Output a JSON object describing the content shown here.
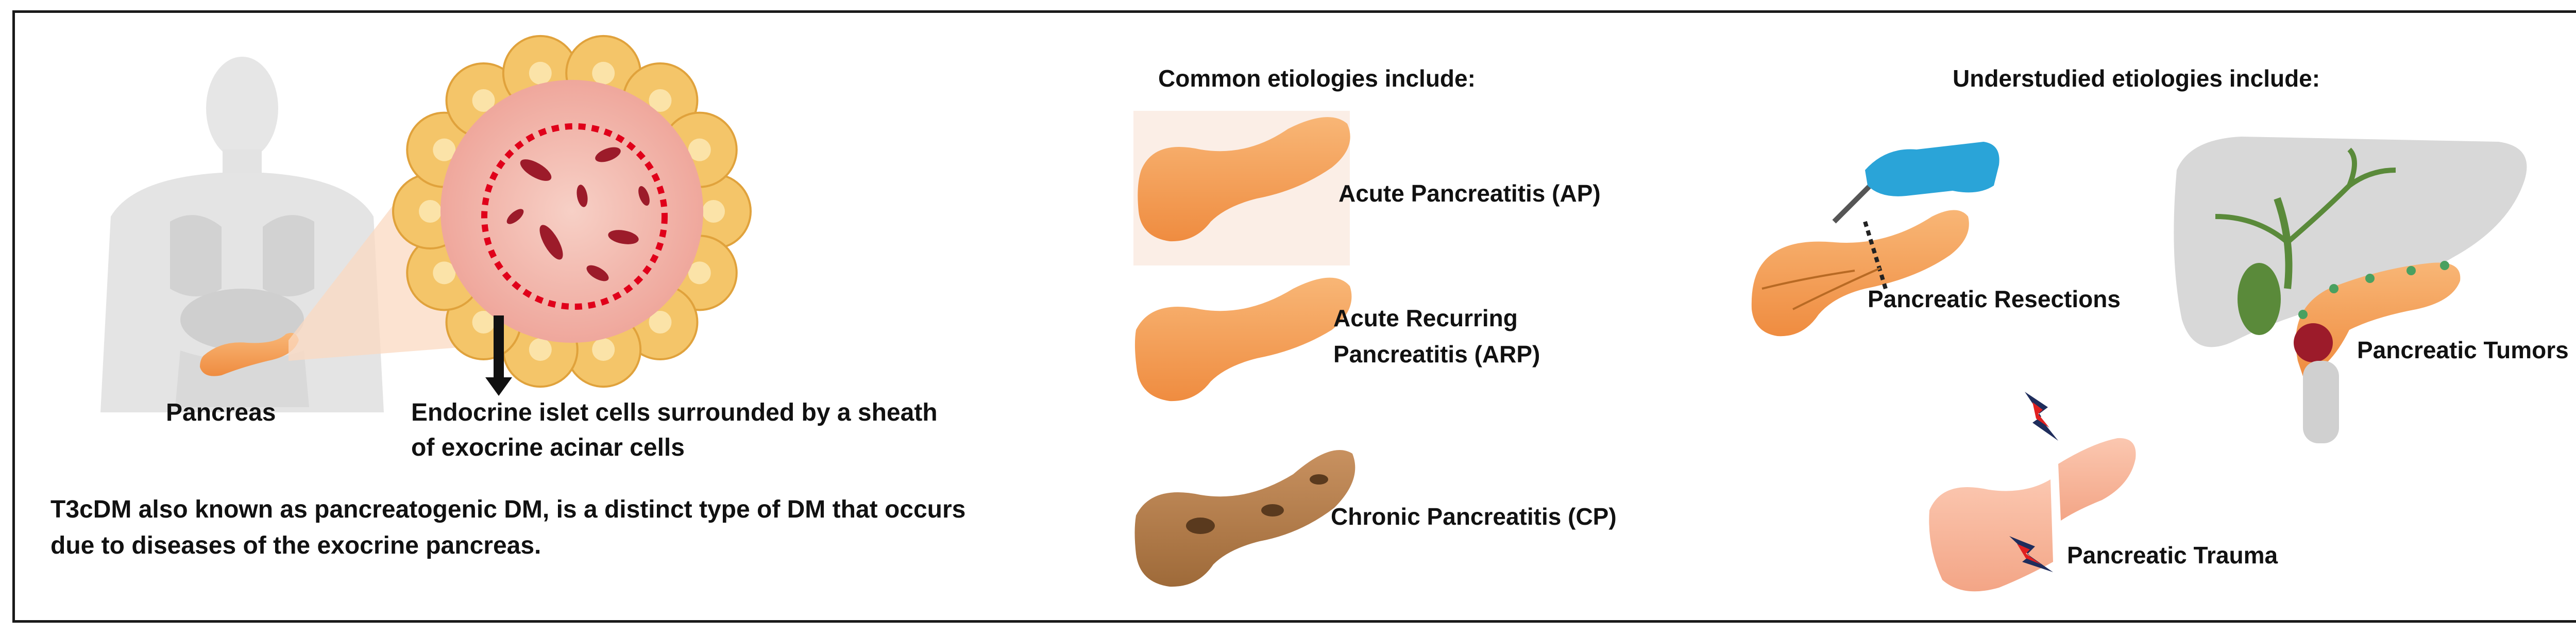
{
  "left_panel": {
    "pancreas_label": "Pancreas",
    "islet_caption_line1": "Endocrine islet cells surrounded by a sheath",
    "islet_caption_line2": "of exocrine acinar cells",
    "description_line1": "T3cDM also known as pancreatogenic DM, is a distinct type of DM that occurs",
    "description_line2": "due to diseases of the exocrine pancreas."
  },
  "common": {
    "heading": "Common etiologies include:",
    "items": [
      {
        "label": "Acute Pancreatitis (AP)"
      },
      {
        "label_line1": "Acute Recurring",
        "label_line2": "Pancreatitis (ARP)"
      },
      {
        "label": "Chronic Pancreatitis (CP)"
      }
    ]
  },
  "understudied": {
    "heading": "Understudied etiologies include:",
    "items": [
      {
        "label": "Pancreatic Resections"
      },
      {
        "label": "Pancreatic Tumors"
      },
      {
        "label": "Pancreatic Trauma"
      }
    ]
  },
  "colors": {
    "pancreas_orange": "#f5a35c",
    "chronic_brown": "#b07a45",
    "islet_pink": "#f4b9ae",
    "acinar_yellow": "#f4c569",
    "dotted_red": "#e0001a",
    "glove_blue": "#2aa4d8",
    "liver_gray": "#d8d8d8",
    "bile_green": "#5a8a3a",
    "lightning_navy": "#1f2d5c",
    "lightning_red": "#e02020"
  }
}
